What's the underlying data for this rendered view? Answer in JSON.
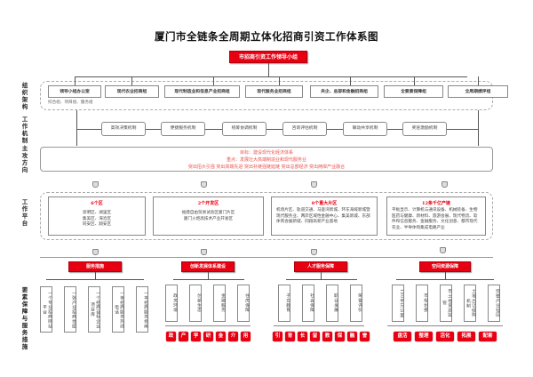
{
  "title": "厦门市全链条全周期立体化招商引资工作体系图",
  "leader_group": "市招商引资工作领导小组",
  "side_labels": [
    "组织架构",
    "工作机制",
    "主攻方向",
    "工作平台",
    "要素保障与服务措施"
  ],
  "org_units": [
    "领导小组办公室",
    "现代农业招商组",
    "现代制造业和信息产业招商组",
    "现代服务业招商组",
    "央企、总部和金融招商组",
    "全要素保障组",
    "全周期绩评组"
  ],
  "org_note": "综合组、项目组、服务组",
  "mechanisms": [
    "高效决策机制",
    "便捷服务机制",
    "统筹协调机制",
    "咨询评估机制",
    "联动共享机制",
    "奖惩激励机制"
  ],
  "direction": {
    "goal": "目标：建设现代化经济体系",
    "focus": "重点：发展壮大高端制造业和现代服务业",
    "highlights": "突出招大引强  突出高端先进  突出补链强链延链  突出总部经济  突出两岸产业融合"
  },
  "platforms": [
    {
      "title": "6个区",
      "body": [
        "思明区、湖里区",
        "集美区、海沧区",
        "同安区、翔安区"
      ]
    },
    {
      "title": "2个开发区",
      "body": [
        "福建自由贸易试验区厦门片区",
        "厦门火炬高技术产业开发区"
      ]
    },
    {
      "title": "8个重大片区",
      "body": [
        "机场片区、轨道交通、马銮湾新城、环东海域新城暨现代服务业、两岸区域性金融中心、集美新城、东部体育会展新城、同翔高新产业基地"
      ]
    },
    {
      "title": "12条千亿产链",
      "body": [
        "平板显示、计算机与通讯设备、机械装备、生物医药与健康、新材料、旅游会展、现代物流、软件和信息服务、金融服务、文化创意、都市现代农业、半导体和集成电路产业"
      ]
    }
  ],
  "sections": [
    {
      "head": "服务措施",
      "items": [
        "一个专业招商网站平台",
        "一张产业招商地图",
        "一个招商目标企业项目库",
        "一条招商服务热线电话",
        "一本招商服务指南"
      ],
      "tags": []
    },
    {
      "head": "创新发展体系建设",
      "items": [
        "政务环境",
        "创新生态",
        "金融服务",
        "住房保障"
      ],
      "tags": [
        "政",
        "产",
        "学",
        "研",
        "金",
        "介",
        "用"
      ]
    },
    {
      "head": "人才服务保障",
      "items": [
        "子女教育",
        "社会保障",
        "职业发展",
        "荣誉评价"
      ],
      "tags": [
        "引",
        "育",
        "长",
        "留",
        "教",
        "保",
        "融",
        "誉"
      ]
    },
    {
      "head": "空间资源保障",
      "items": [
        "100平方公里",
        "市规划委",
        "市土地资源监管",
        "土地出让收购机制",
        "完整产业社区"
      ],
      "tags": [
        "盘活",
        "整理",
        "活化",
        "拓展",
        "配套"
      ]
    }
  ],
  "colors": {
    "accent": "#e60012",
    "direction_text": "#e8534f",
    "line": "#555555"
  }
}
